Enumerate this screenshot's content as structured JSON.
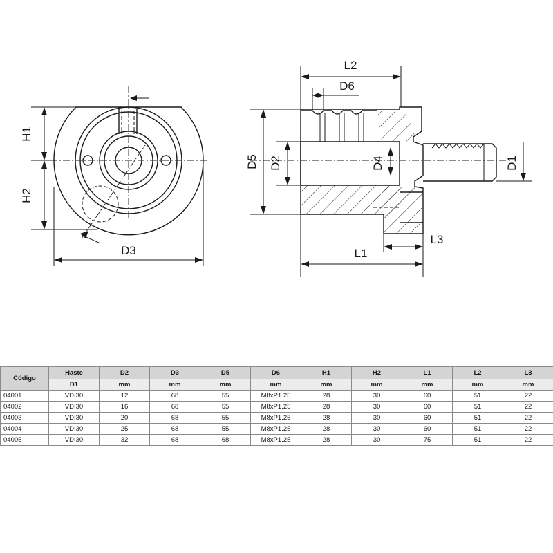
{
  "drawing": {
    "labels": {
      "h1": "H1",
      "h2": "H2",
      "d3": "D3",
      "l2": "L2",
      "d6": "D6",
      "d5": "D5",
      "d2": "D2",
      "d4": "D4",
      "d1": "D1",
      "l1": "L1",
      "l3": "L3"
    }
  },
  "table": {
    "code_header": "Código",
    "haste_header": "Haste",
    "haste_sub": "D1",
    "columns": [
      "D2",
      "D3",
      "D5",
      "D6",
      "H1",
      "H2",
      "L1",
      "L2",
      "L3"
    ],
    "units": [
      "mm",
      "mm",
      "mm",
      "mm",
      "mm",
      "mm",
      "mm",
      "mm",
      "mm"
    ],
    "rows": [
      {
        "code": "04001",
        "haste": "VDI30",
        "values": [
          "12",
          "68",
          "55",
          "M8xP1.25",
          "28",
          "30",
          "60",
          "51",
          "22"
        ]
      },
      {
        "code": "04002",
        "haste": "VDI30",
        "values": [
          "16",
          "68",
          "55",
          "M8xP1.25",
          "28",
          "30",
          "60",
          "51",
          "22"
        ]
      },
      {
        "code": "04003",
        "haste": "VDI30",
        "values": [
          "20",
          "68",
          "55",
          "M8xP1.25",
          "28",
          "30",
          "60",
          "51",
          "22"
        ]
      },
      {
        "code": "04004",
        "haste": "VDI30",
        "values": [
          "25",
          "68",
          "55",
          "M8xP1.25",
          "28",
          "30",
          "60",
          "51",
          "22"
        ]
      },
      {
        "code": "04005",
        "haste": "VDI30",
        "values": [
          "32",
          "68",
          "68",
          "M8xP1.25",
          "28",
          "30",
          "75",
          "51",
          "22"
        ]
      }
    ]
  }
}
